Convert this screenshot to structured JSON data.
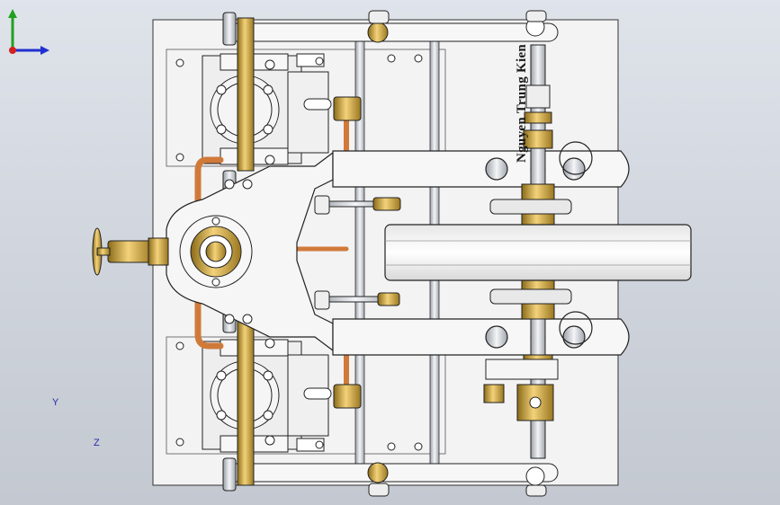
{
  "window": {
    "title": ""
  },
  "model": {
    "signature_text": "Nguyen Trung Kien",
    "colors": {
      "background_top": "#dfe3ea",
      "background_bottom": "#c3c8d1",
      "plate": "#f2f2f2",
      "brass": "#d9b24a",
      "copper": "#d88a4a",
      "steel": "#c9ccd1",
      "outline": "#222222"
    }
  },
  "triad": {
    "x_label": "",
    "y_label": "Y",
    "z_label": "Z",
    "x_color": "#d22020",
    "y_color": "#20a020",
    "z_color": "#2030d0"
  }
}
